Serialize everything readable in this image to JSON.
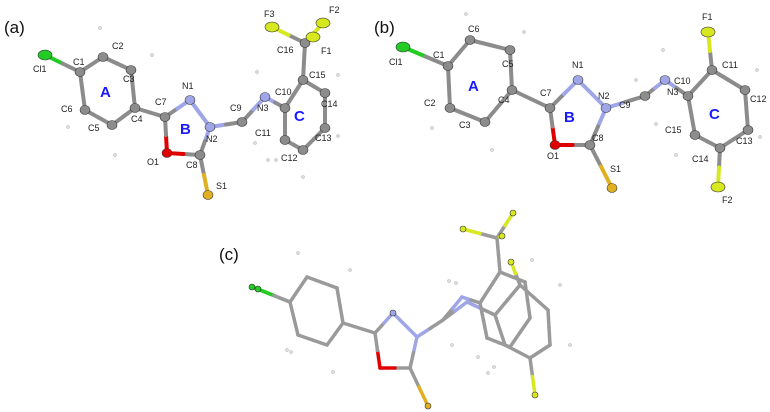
{
  "panels": [
    {
      "label": "(a)",
      "rings": [
        "A",
        "B",
        "C"
      ],
      "atoms": [
        "Cl1",
        "C1",
        "C2",
        "C3",
        "C4",
        "C5",
        "C6",
        "C7",
        "N1",
        "N2",
        "O1",
        "C8",
        "S1",
        "C9",
        "N3",
        "C10",
        "C11",
        "C12",
        "C13",
        "C14",
        "C15",
        "C16",
        "F1",
        "F2",
        "F3"
      ]
    },
    {
      "label": "(b)",
      "rings": [
        "A",
        "B",
        "C"
      ],
      "atoms": [
        "Cl1",
        "C1",
        "C6",
        "C5",
        "C4",
        "C3",
        "C2",
        "C7",
        "N1",
        "N2",
        "O1",
        "C8",
        "S1",
        "C9",
        "N3",
        "C10",
        "C15",
        "C14",
        "C13",
        "C12",
        "C11",
        "F1",
        "F2"
      ]
    },
    {
      "label": "(c)"
    }
  ],
  "colors": {
    "carbon": "#8c8c8c",
    "nitrogen": "#9fa6e8",
    "oxygen": "#e00000",
    "sulfur": "#e0b020",
    "chlorine": "#22cc22",
    "fluorine": "#d8e820",
    "hydrogen": "#e6e6e6",
    "ring_label": "#1a1aff"
  }
}
